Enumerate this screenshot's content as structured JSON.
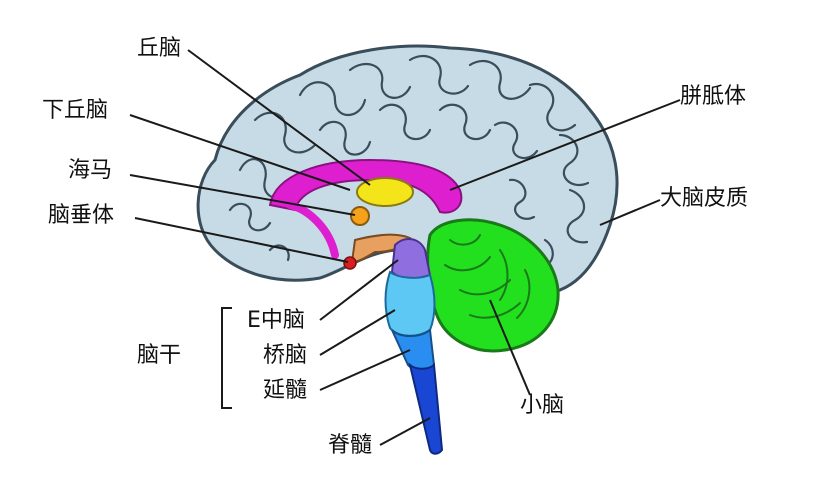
{
  "labels": {
    "thalamus": "丘脑",
    "hypothalamus": "下丘脑",
    "hippocampus": "海马",
    "pituitary": "脑垂体",
    "corpus_callosum": "胼胝体",
    "cerebral_cortex": "大脑皮质",
    "midbrain": "E中脑",
    "pons": "桥脑",
    "medulla": "延髓",
    "brainstem": "脑干",
    "cerebellum": "小脑",
    "spinal_cord": "脊髓"
  },
  "colors": {
    "cortex": "#c7dbe6",
    "cortex_outline": "#3a4d5a",
    "corpus_callosum": "#dd1fd0",
    "thalamus": "#f3e51a",
    "hippocampus": "#f5a21a",
    "hypothalamus_stalk": "#e8a060",
    "pituitary": "#d81e1e",
    "midbrain": "#8f6fe0",
    "pons": "#5ec8f5",
    "medulla": "#2a8ef0",
    "spinal_cord": "#1a46d4",
    "cerebellum": "#22e01e",
    "cerebellum_outline": "#1a7a1a",
    "leader_line": "#1a1a1a"
  }
}
